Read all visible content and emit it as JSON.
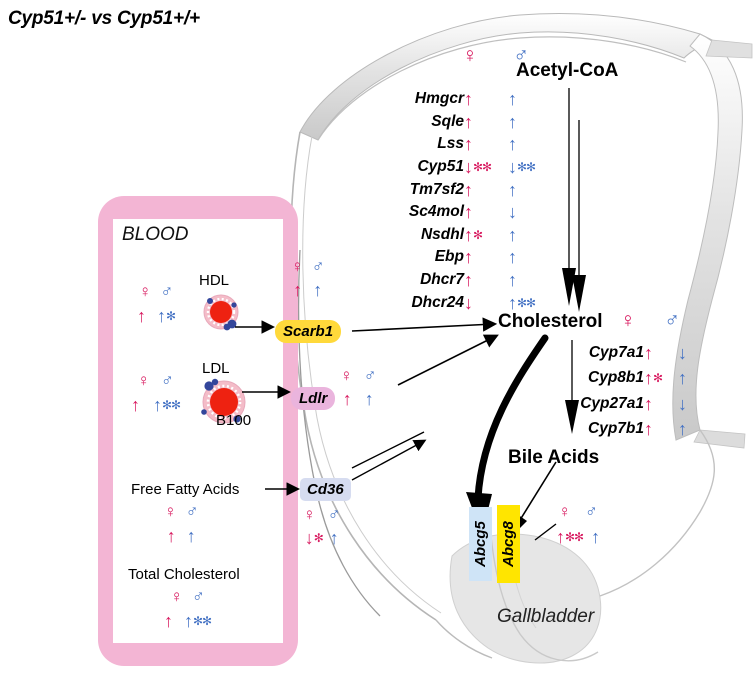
{
  "title": "Cyp51+/- vs Cyp51+/+",
  "symbols": {
    "female": "♀",
    "male": "♂",
    "up": "↑",
    "down": "↓",
    "star": "✻"
  },
  "colors": {
    "female": "#d81b60",
    "male": "#4472c4",
    "blood_box": "#f3b5d4",
    "scarb1": "#ffd93b",
    "ldlr": "#eab4dd",
    "cd36": "#d6dcf0",
    "abcg5": "#cfe4f7",
    "abcg8": "#ffe500",
    "liver": "#d9d9d9",
    "lipid_core": "#ee2211"
  },
  "blood": {
    "label": "BLOOD",
    "items": [
      {
        "name": "HDL",
        "female": {
          "dir": "up",
          "stars": 0
        },
        "male": {
          "dir": "up",
          "stars": 1
        }
      },
      {
        "name": "LDL",
        "sublabel": "B100",
        "female": {
          "dir": "up",
          "stars": 0
        },
        "male": {
          "dir": "up",
          "stars": 2
        }
      },
      {
        "name": "Free Fatty Acids",
        "female": {
          "dir": "up",
          "stars": 0
        },
        "male": {
          "dir": "up",
          "stars": 0
        }
      },
      {
        "name": "Total Cholesterol",
        "female": {
          "dir": "up",
          "stars": 0
        },
        "male": {
          "dir": "up",
          "stars": 2
        }
      }
    ]
  },
  "liver": {
    "metabolites": {
      "acetyl_coa": "Acetyl-CoA",
      "cholesterol": "Cholesterol",
      "bile_acids": "Bile Acids"
    },
    "gallbladder": "Gallbladder",
    "cholesterol_genes": {
      "header": {
        "female": "♀",
        "male": "♂"
      },
      "rows": [
        {
          "gene": "Hmgcr",
          "female": {
            "dir": "up",
            "stars": 0
          },
          "male": {
            "dir": "up",
            "stars": 0
          }
        },
        {
          "gene": "Sqle",
          "female": {
            "dir": "up",
            "stars": 0
          },
          "male": {
            "dir": "up",
            "stars": 0
          }
        },
        {
          "gene": "Lss",
          "female": {
            "dir": "up",
            "stars": 0
          },
          "male": {
            "dir": "up",
            "stars": 0
          }
        },
        {
          "gene": "Cyp51",
          "female": {
            "dir": "down",
            "stars": 2
          },
          "male": {
            "dir": "down",
            "stars": 2
          }
        },
        {
          "gene": "Tm7sf2",
          "female": {
            "dir": "up",
            "stars": 0
          },
          "male": {
            "dir": "up",
            "stars": 0
          }
        },
        {
          "gene": "Sc4mol",
          "female": {
            "dir": "up",
            "stars": 0
          },
          "male": {
            "dir": "down",
            "stars": 0
          }
        },
        {
          "gene": "Nsdhl",
          "female": {
            "dir": "up",
            "stars": 1
          },
          "male": {
            "dir": "up",
            "stars": 0
          }
        },
        {
          "gene": "Ebp",
          "female": {
            "dir": "up",
            "stars": 0
          },
          "male": {
            "dir": "up",
            "stars": 0
          }
        },
        {
          "gene": "Dhcr7",
          "female": {
            "dir": "up",
            "stars": 0
          },
          "male": {
            "dir": "up",
            "stars": 0
          }
        },
        {
          "gene": "Dhcr24",
          "female": {
            "dir": "down",
            "stars": 0
          },
          "male": {
            "dir": "up",
            "stars": 2
          }
        }
      ]
    },
    "bile_genes": {
      "rows": [
        {
          "gene": "Cyp7a1",
          "female": {
            "dir": "up",
            "stars": 0
          },
          "male": {
            "dir": "down",
            "stars": 0
          }
        },
        {
          "gene": "Cyp8b1",
          "female": {
            "dir": "up",
            "stars": 1
          },
          "male": {
            "dir": "up",
            "stars": 0
          }
        },
        {
          "gene": "Cyp27a1",
          "female": {
            "dir": "up",
            "stars": 0
          },
          "male": {
            "dir": "down",
            "stars": 0
          }
        },
        {
          "gene": "Cyp7b1",
          "female": {
            "dir": "up",
            "stars": 0
          },
          "male": {
            "dir": "up",
            "stars": 0
          }
        }
      ]
    }
  },
  "transporters": [
    {
      "name": "Scarb1",
      "female": {
        "dir": "up",
        "stars": 0
      },
      "male": {
        "dir": "up",
        "stars": 0
      }
    },
    {
      "name": "Ldlr",
      "female": {
        "dir": "up",
        "stars": 0
      },
      "male": {
        "dir": "up",
        "stars": 0
      }
    },
    {
      "name": "Cd36",
      "female": {
        "dir": "down",
        "stars": 1
      },
      "male": {
        "dir": "up",
        "stars": 0
      }
    },
    {
      "name": "Abcg5"
    },
    {
      "name": "Abcg8",
      "female": {
        "dir": "up",
        "stars": 2
      },
      "male": {
        "dir": "up",
        "stars": 0
      }
    }
  ]
}
